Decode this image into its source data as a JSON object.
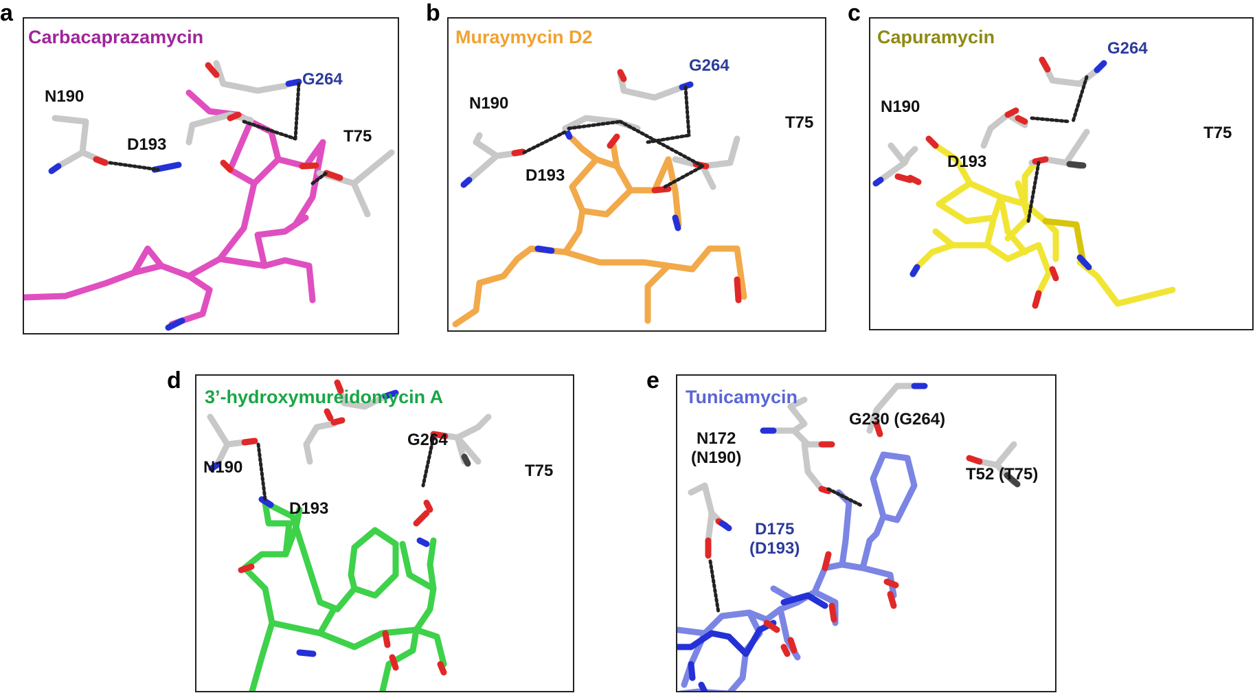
{
  "panels": [
    {
      "id": "a",
      "label": "a",
      "title": "Carbacaprazamycin",
      "title_color": "#a0259a",
      "ligand_color": "#e04fc0",
      "residues": [
        "N190",
        "D193",
        "G264",
        "T75"
      ]
    },
    {
      "id": "b",
      "label": "b",
      "title": "Muraymycin D2",
      "title_color": "#f0a232",
      "ligand_color": "#f2a94a",
      "residues": [
        "N190",
        "D193",
        "G264",
        "T75"
      ]
    },
    {
      "id": "c",
      "label": "c",
      "title": "Capuramycin",
      "title_color": "#8f8a13",
      "ligand_color": "#f1e534",
      "residues": [
        "N190",
        "D193",
        "G264",
        "T75"
      ]
    },
    {
      "id": "d",
      "label": "d",
      "title": "3’-hydroxymureidomycin A",
      "title_color": "#19a646",
      "ligand_color": "#3ed14a",
      "residues": [
        "N190",
        "D193",
        "G264",
        "T75"
      ]
    },
    {
      "id": "e",
      "label": "e",
      "title": "Tunicamycin",
      "title_color": "#5a66d6",
      "ligand_color": "#7b85e4",
      "residues": [
        "N172\n(N190)",
        "D175\n(D193)",
        "G230 (G264)",
        "T52 (T75)"
      ]
    }
  ],
  "colors": {
    "carbon_grey": "#c8c8c8",
    "oxygen": "#e02828",
    "nitrogen": "#2431d6",
    "residue_blue": "#2c3b9a",
    "hbond": "#222222"
  }
}
